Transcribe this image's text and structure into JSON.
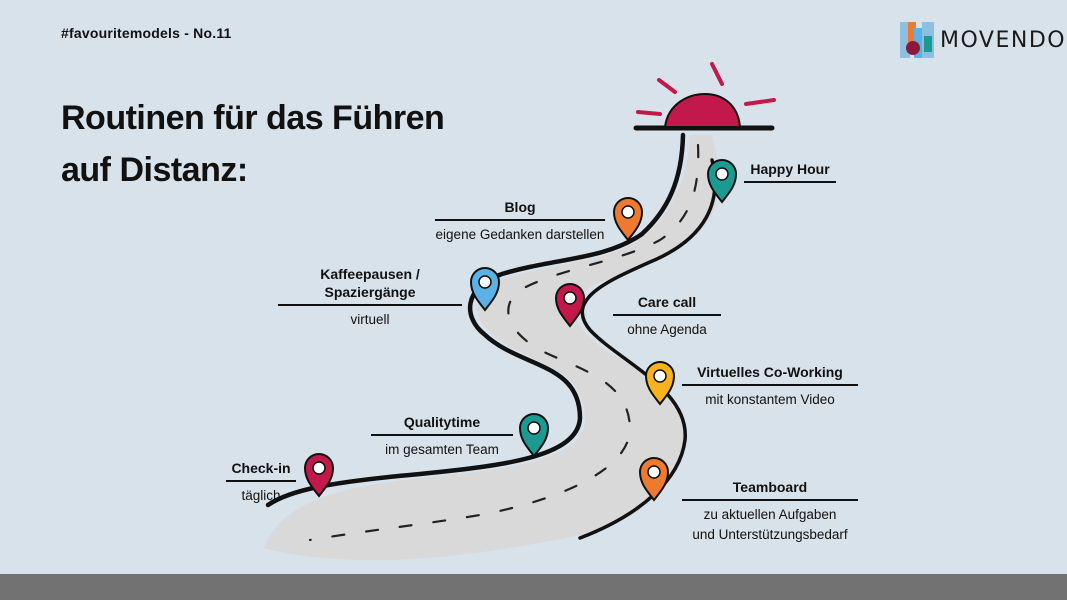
{
  "header": {
    "hashtag": "#favouritemodels - No.11"
  },
  "title": {
    "line1": "Routinen für das Führen",
    "line2": "auf Distanz:"
  },
  "logo": {
    "text": "MOVENDO"
  },
  "colors": {
    "background": "#d8e2ea",
    "road": "#d9d9d9",
    "crimson": "#c2184a",
    "teal": "#1a9a91",
    "orange": "#ee7a2f",
    "blue": "#5bb2e6",
    "yellow": "#f7b21c",
    "footer": "#727272"
  },
  "milestones": [
    {
      "id": "happy-hour",
      "title": "Happy Hour",
      "subtitle": "",
      "pin_color": "teal"
    },
    {
      "id": "blog",
      "title": "Blog",
      "subtitle": "eigene Gedanken darstellen",
      "pin_color": "orange"
    },
    {
      "id": "kaffeepausen",
      "title": "Kaffeepausen / Spaziergänge",
      "subtitle": "virtuell",
      "pin_color": "blue"
    },
    {
      "id": "care-call",
      "title": "Care call",
      "subtitle": "ohne Agenda",
      "pin_color": "crimson"
    },
    {
      "id": "co-working",
      "title": "Virtuelles Co-Working",
      "subtitle": "mit konstantem Video",
      "pin_color": "yellow"
    },
    {
      "id": "qualitytime",
      "title": "Qualitytime",
      "subtitle": "im gesamten Team",
      "pin_color": "teal"
    },
    {
      "id": "check-in",
      "title": "Check-in",
      "subtitle": "täglich",
      "pin_color": "crimson"
    },
    {
      "id": "teamboard",
      "title": "Teamboard",
      "subtitle": "zu aktuellen Aufgaben",
      "subtitle2": "und Unterstützungsbedarf",
      "pin_color": "orange"
    }
  ]
}
